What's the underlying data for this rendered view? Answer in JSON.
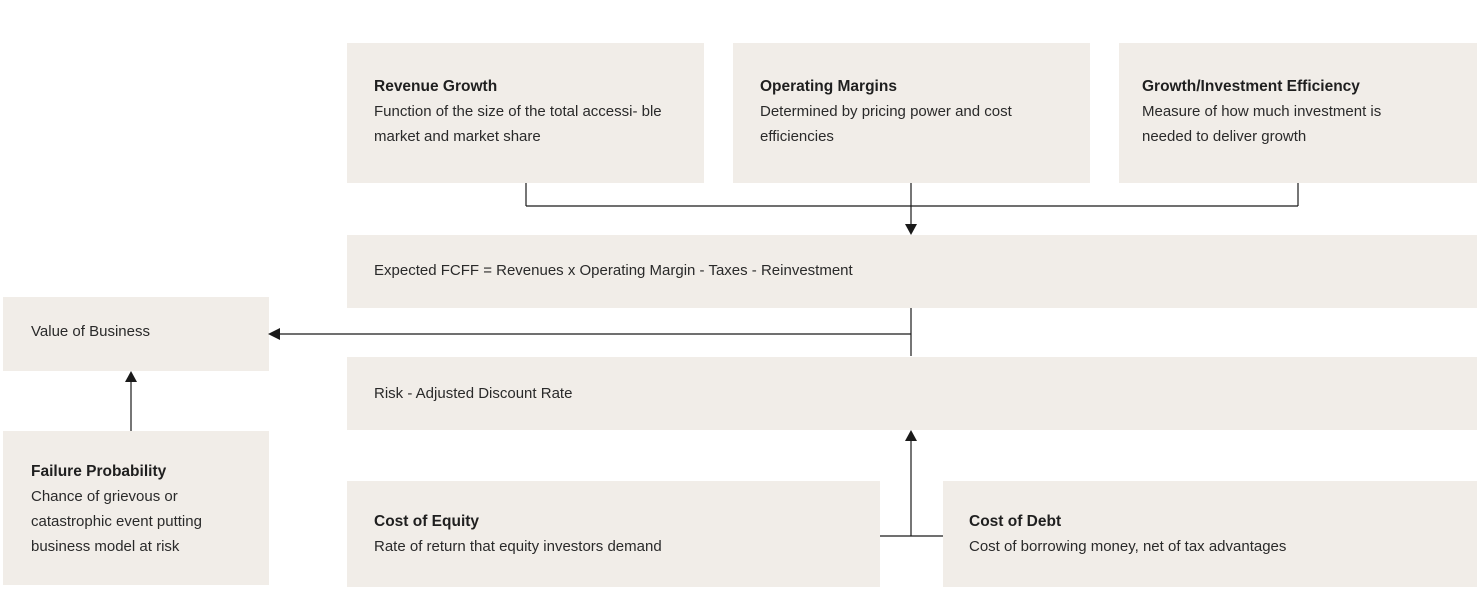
{
  "diagram": {
    "revenue_growth": {
      "title": "Revenue Growth",
      "desc": "Function of the size of the total accessi- ble market and market share"
    },
    "operating_margins": {
      "title": "Operating Margins",
      "desc": "Determined by pricing power and cost efficiencies"
    },
    "growth_investment_efficiency": {
      "title": "Growth/Investment Efficiency",
      "desc": "Measure of how much investment is needed to deliver growth"
    },
    "expected_fcff": {
      "label": "Expected FCFF = Revenues x Operating Margin - Taxes - Reinvestment"
    },
    "value_of_business": {
      "label": "Value of Business"
    },
    "risk_adjusted_discount_rate": {
      "label": "Risk - Adjusted Discount Rate"
    },
    "failure_probability": {
      "title": "Failure Probability",
      "desc": "Chance of grievous or catastrophic event putting business model at risk"
    },
    "cost_of_equity": {
      "title": "Cost of Equity",
      "desc": "Rate of return that equity investors demand"
    },
    "cost_of_debt": {
      "title": "Cost of Debt",
      "desc": "Cost of borrowing money, net of tax advantages"
    }
  }
}
